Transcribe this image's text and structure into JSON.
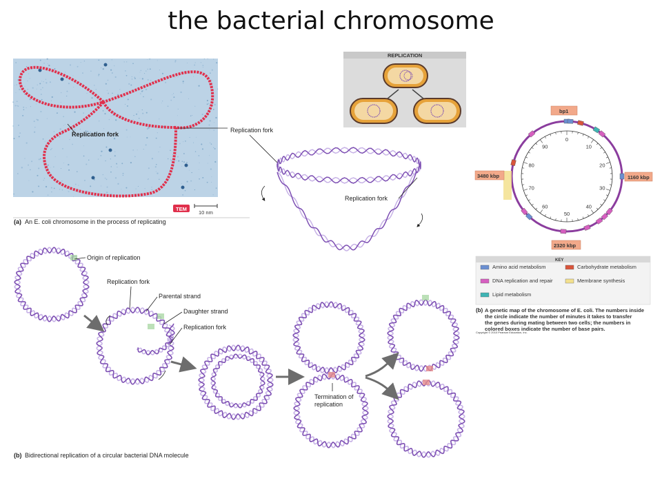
{
  "title": "the bacterial chromosome",
  "micrograph": {
    "fork_label_inner": "Replication fork",
    "tem_badge": "TEM",
    "scale_bar": "10 nm",
    "caption_letter": "(a)",
    "caption_text": "An E. coli chromosome in the process of replicating"
  },
  "schematic_a": {
    "fork_label_top": "Replication fork",
    "fork_label_right": "Replication fork"
  },
  "replication_panel": {
    "header": "REPLICATION"
  },
  "genetic_map": {
    "top_box": "bp1",
    "right_box": "1160 kbp",
    "bottom_box": "2320 kbp",
    "left_box": "3480 kbp",
    "minute_ticks": [
      "0",
      "10",
      "20",
      "30",
      "40",
      "50",
      "60",
      "70",
      "80",
      "90"
    ],
    "key": {
      "header": "KEY",
      "entries": [
        {
          "label": "Amino acid metabolism",
          "color": "#6b8fd1"
        },
        {
          "label": "Carbohydrate metabolism",
          "color": "#d9553c"
        },
        {
          "label": "DNA replication and repair",
          "color": "#d65fc0"
        },
        {
          "label": "Membrane synthesis",
          "color": "#f3e08e"
        },
        {
          "label": "Lipid metabolism",
          "color": "#3fb4b4"
        }
      ]
    },
    "caption_letter": "(b)",
    "caption_text": "A genetic map of the chromosome of E. coli. The numbers inside the circle indicate the number of minutes it takes to transfer the genes during mating between two cells; the numbers in colored boxes indicate the number of base pairs.",
    "copyright": "Copyright © 2010 Pearson Education, Inc."
  },
  "bidirectional": {
    "origin_label": "Origin of replication",
    "fork_label_1": "Replication fork",
    "parental_label": "Parental strand",
    "daughter_label": "Daughter strand",
    "fork_label_2": "Replication fork",
    "termination_label_1": "Termination of",
    "termination_label_2": "replication",
    "caption_letter": "(b)",
    "caption_text": "Bidirectional replication of a circular bacterial DNA molecule"
  },
  "colors": {
    "dna_purple": "#7d4fb3",
    "dna_light": "#c7b2e6",
    "map_ring": "#8b3d9e",
    "label_box": "#f2a98a",
    "micrograph_bg": "#bcd3e6",
    "micrograph_dna": "#e0304c",
    "arrow_gray": "#6d6d6d",
    "green_fork": "#9fd39a",
    "termination": "#e58a8a"
  }
}
